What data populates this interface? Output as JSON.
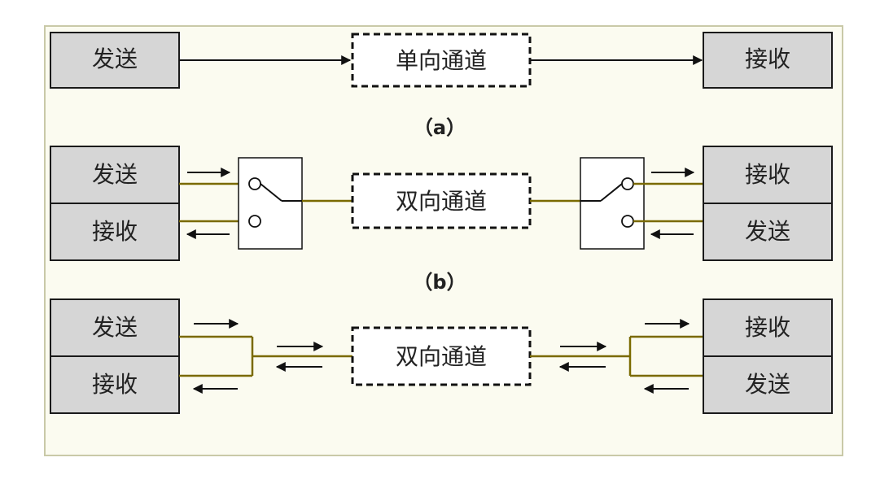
{
  "colors": {
    "page_background": "#ffffff",
    "panel_background": "#fbfbf0",
    "panel_border": "#c9c9a8",
    "box_fill": "#d6d6d6",
    "box_border": "#1a1a1a",
    "wire_color": "#7a6a00",
    "arrow_color": "#111111",
    "text_color": "#222222"
  },
  "panel_a": {
    "sender_label": "发送",
    "channel_label": "单向通道",
    "receiver_label": "接收",
    "caption": "（a）"
  },
  "panel_b": {
    "left_top_label": "发送",
    "left_bottom_label": "接收",
    "channel_label": "双向通道",
    "right_top_label": "接收",
    "right_bottom_label": "发送",
    "caption": "（b）"
  },
  "panel_c": {
    "left_top_label": "发送",
    "left_bottom_label": "接收",
    "channel_label": "双向通道",
    "right_top_label": "接收",
    "right_bottom_label": "发送"
  },
  "icons": {
    "arrow": "arrow-icon",
    "switch": "switch-icon"
  }
}
